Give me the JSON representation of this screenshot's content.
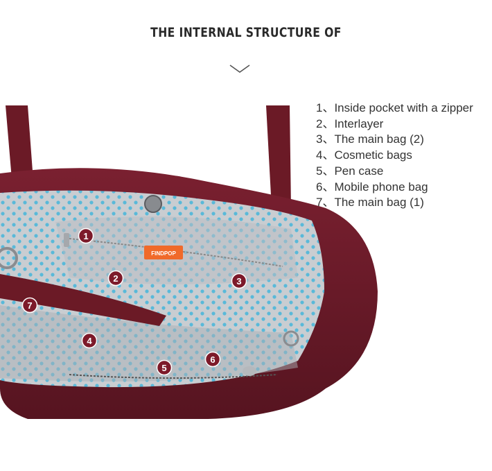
{
  "header": {
    "title": "THE INTERNAL STRUCTURE OF",
    "chevron_icon": "chevron-down-icon"
  },
  "photo": {
    "brand_label": "FINDPOP",
    "colors": {
      "bag": "#6b1a26",
      "lining": "#c9cdd1",
      "dots": "#59b9d9",
      "badge": "#7d1a2a",
      "tag": "#f06a2a"
    },
    "markers": [
      "1",
      "2",
      "3",
      "4",
      "5",
      "6",
      "7"
    ]
  },
  "legend": {
    "items": [
      "1、Inside pocket with a zipper",
      "2、Interlayer",
      "3、The main bag (2)",
      "4、Cosmetic bags",
      "5、Pen case",
      "6、Mobile phone bag",
      "7、The main bag (1)"
    ]
  }
}
